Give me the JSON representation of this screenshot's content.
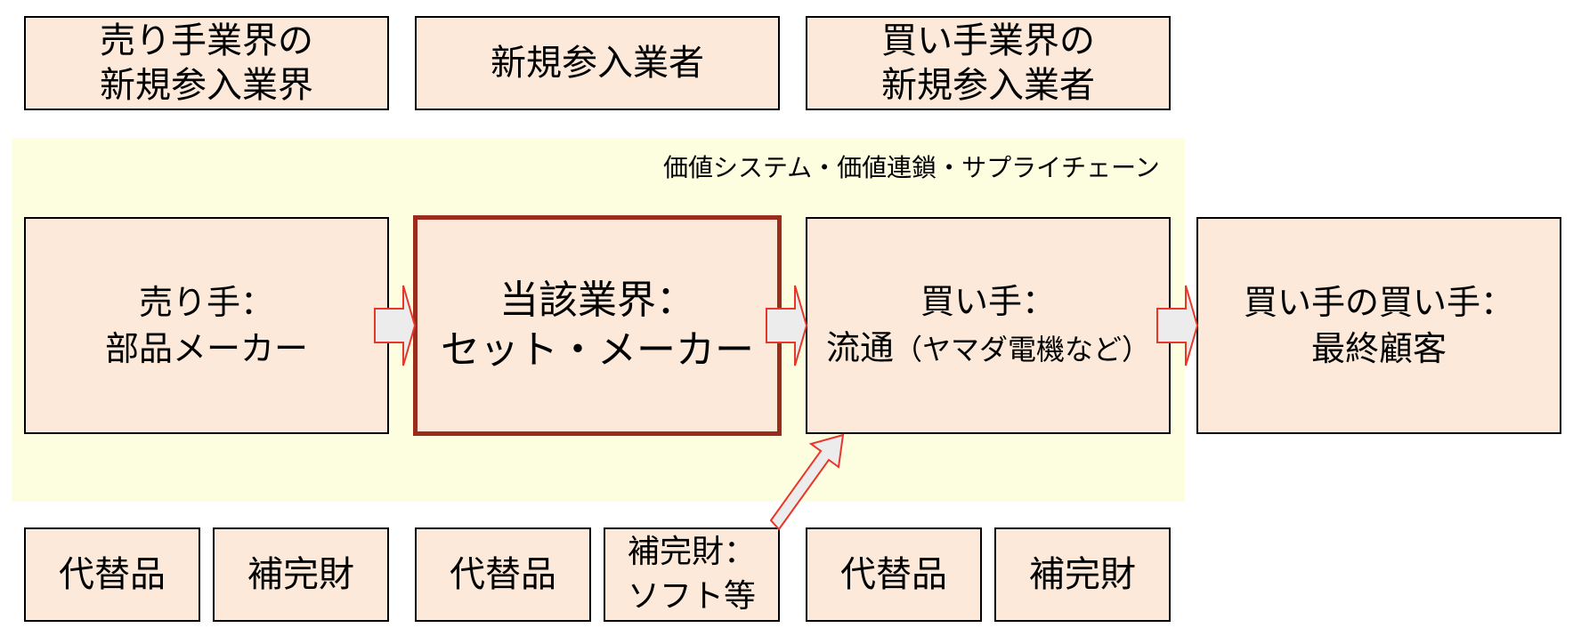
{
  "top_row": {
    "seller_entrants": [
      "売り手業界の",
      "新規参入業界"
    ],
    "new_entrants": [
      "新規参入業者"
    ],
    "buyer_entrants": [
      "買い手業界の",
      "新規参入業者"
    ]
  },
  "band_label": "価値システム・価値連鎖・サプライチェーン",
  "main_row": {
    "seller": [
      "売り手：",
      "部品メーカー"
    ],
    "industry": [
      "当該業界：",
      "セット・メーカー"
    ],
    "buyer": [
      "買い手：",
      "流通",
      "（ヤマダ電機など）"
    ],
    "end_customer": [
      "買い手の買い手：",
      "最終顧客"
    ]
  },
  "bottom_row": {
    "seller_substitutes": "代替品",
    "seller_complements": "補完財",
    "industry_substitutes": "代替品",
    "industry_complements": [
      "補完財：",
      "ソフト等"
    ],
    "buyer_substitutes": "代替品",
    "buyer_complements": "補完財"
  },
  "colors": {
    "box_fill": "#fde9d9",
    "band_fill": "#fdfde0",
    "highlight_border": "#9b2c1c",
    "arrow_stroke": "#e8362a",
    "arrow_fill": "#ececec"
  }
}
